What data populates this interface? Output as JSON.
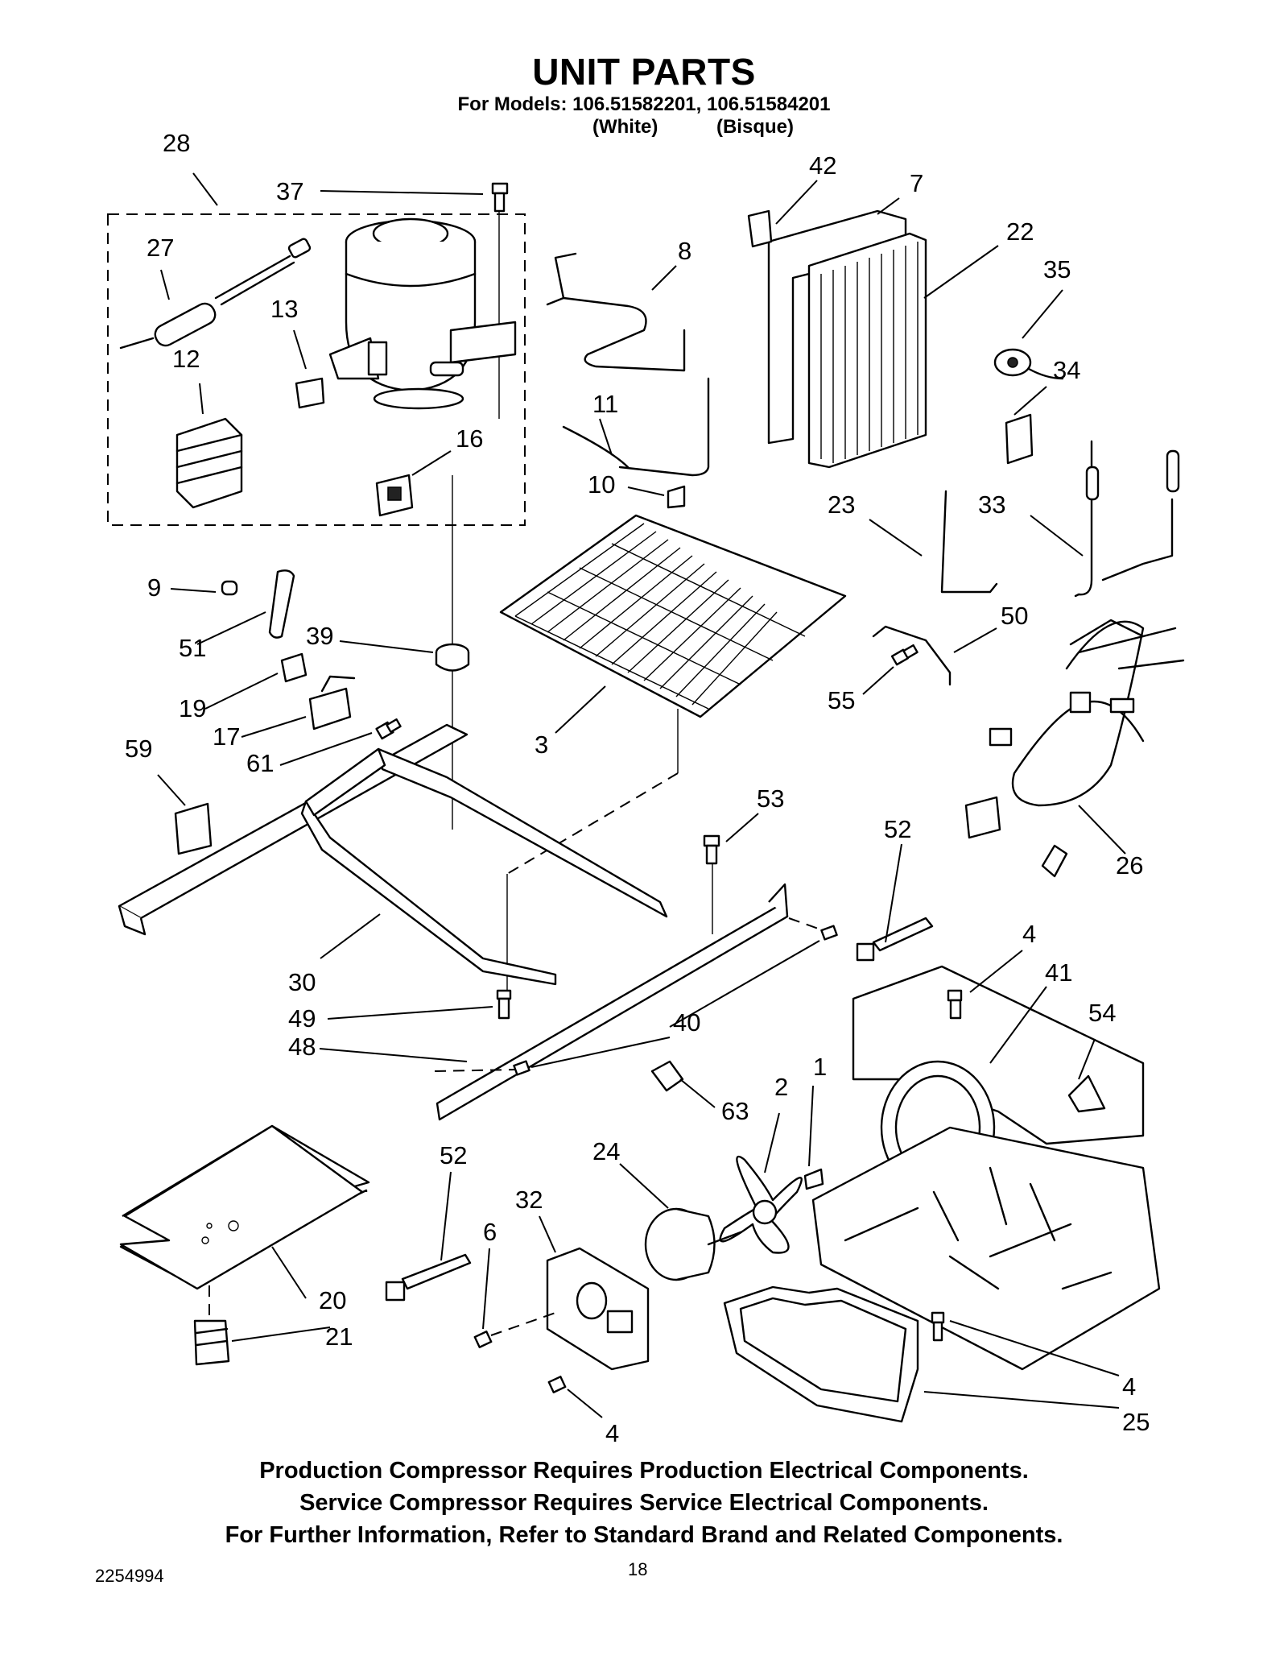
{
  "header": {
    "title": "UNIT PARTS",
    "models_line": "For Models: 106.51582201, 106.51584201",
    "color_white": "(White)",
    "color_bisque": "(Bisque)"
  },
  "callouts": [
    "28",
    "37",
    "27",
    "13",
    "12",
    "16",
    "42",
    "7",
    "22",
    "8",
    "35",
    "34",
    "11",
    "10",
    "23",
    "33",
    "9",
    "51",
    "39",
    "19",
    "17",
    "61",
    "59",
    "50",
    "55",
    "3",
    "53",
    "26",
    "52",
    "30",
    "49",
    "48",
    "40",
    "4",
    "41",
    "54",
    "63",
    "2",
    "1",
    "24",
    "32",
    "6",
    "20",
    "21",
    "52",
    "4",
    "4",
    "25"
  ],
  "footer": {
    "line1": "Production Compressor Requires Production Electrical Components.",
    "line2": "Service Compressor Requires Service Electrical Components.",
    "line3": "For Further Information, Refer to Standard Brand and Related Components.",
    "doc_number": "2254994",
    "page_number": "18"
  }
}
